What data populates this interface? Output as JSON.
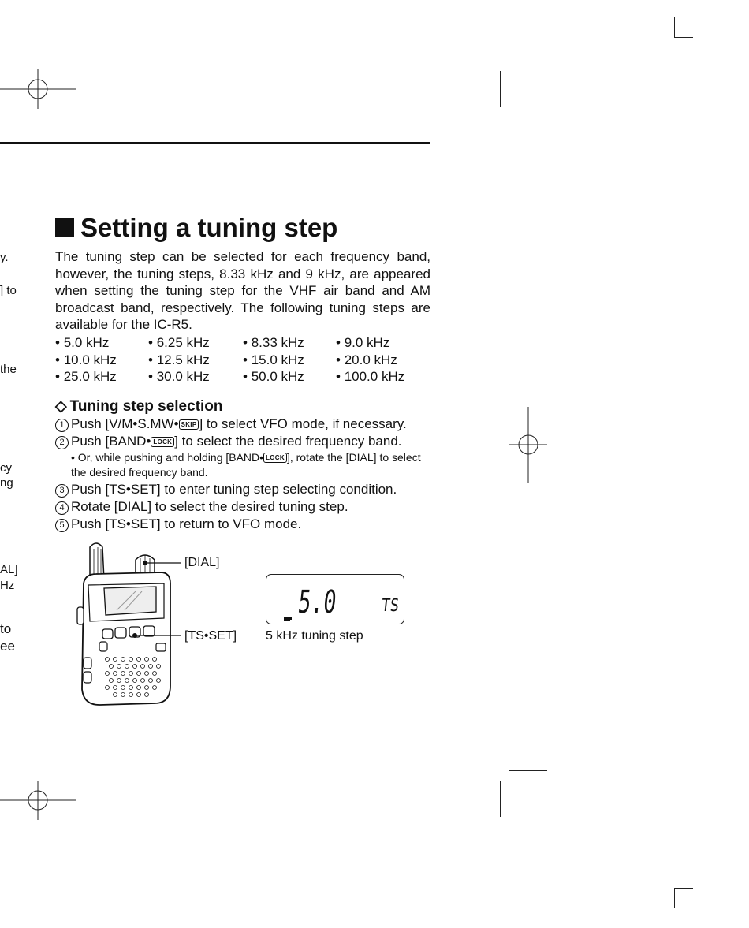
{
  "edge_fragments": [
    "y.",
    "] to",
    "the",
    "cy",
    "ng",
    "AL]",
    "Hz",
    "to",
    "ee"
  ],
  "section": {
    "title": "Setting a tuning step",
    "intro": "The tuning step can be selected for each frequency band, however, the tuning steps, 8.33 kHz and 9 kHz, are appeared when setting the tuning step for the VHF air band and AM broadcast band, respectively. The following tuning steps are available for the IC-R5.",
    "tuning_steps": [
      "5.0 kHz",
      "6.25 kHz",
      "8.33 kHz",
      "9.0 kHz",
      "10.0 kHz",
      "12.5 kHz",
      "15.0 kHz",
      "20.0 kHz",
      "25.0 kHz",
      "30.0 kHz",
      "50.0 kHz",
      "100.0 kHz"
    ]
  },
  "subsection": {
    "title": "Tuning step selection",
    "steps": [
      {
        "num": "1",
        "pre": "Push [V/M•S.MW•",
        "key": "SKIP",
        "post": "] to select VFO mode, if necessary."
      },
      {
        "num": "2",
        "pre": "Push [BAND•",
        "key": "LOCK",
        "post": "] to select the desired frequency band."
      },
      {
        "num": "3",
        "text": "Push [TS•SET] to enter tuning step selecting condition."
      },
      {
        "num": "4",
        "text": "Rotate [DIAL] to select the desired tuning step."
      },
      {
        "num": "5",
        "text": "Push [TS•SET] to return to VFO mode."
      }
    ],
    "note": {
      "pre": "Or, while pushing and holding [BAND•",
      "key": "LOCK",
      "post": "], rotate the [DIAL] to select the desired frequency band."
    }
  },
  "figure": {
    "label_dial": "[DIAL]",
    "label_ts_set": "[TS•SET]",
    "lcd_value": "5.0",
    "lcd_indicator": "TS",
    "caption": "5 kHz tuning step"
  }
}
